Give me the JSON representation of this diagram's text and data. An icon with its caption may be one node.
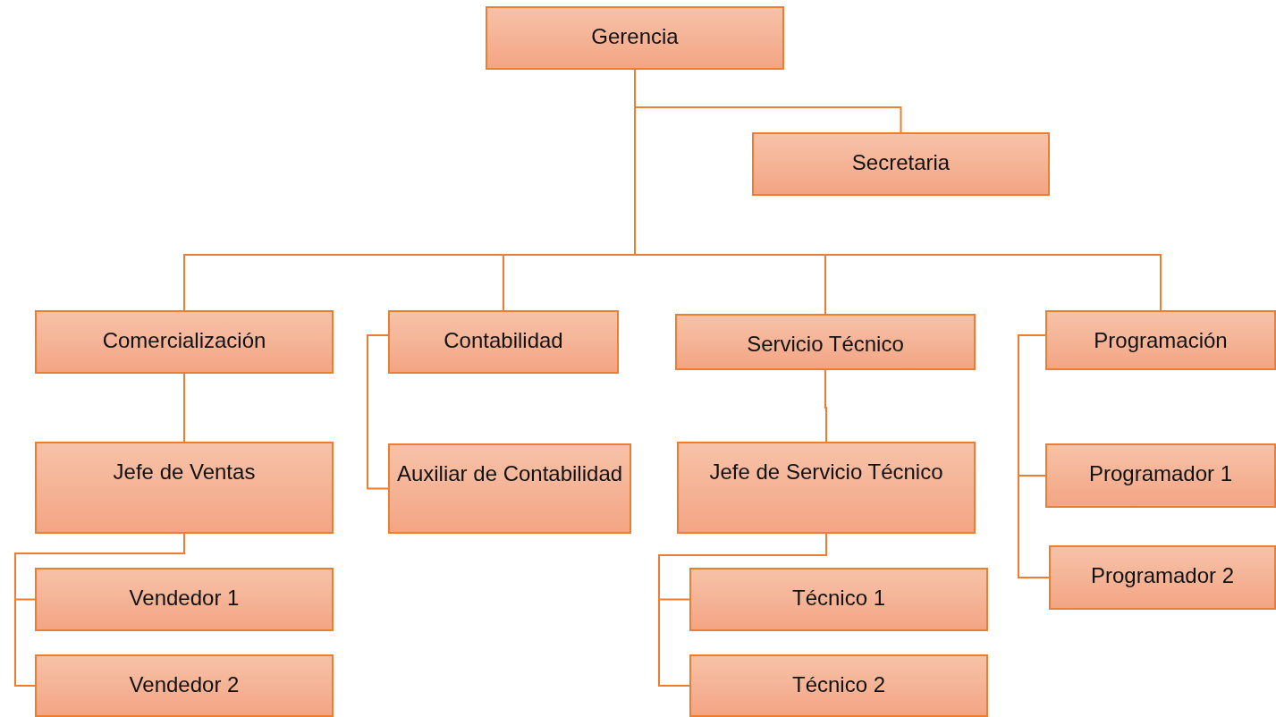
{
  "diagram": {
    "nodes": [
      {
        "text": [
          "Gerencia"
        ]
      },
      {
        "text": [
          "Secretaria"
        ]
      },
      {
        "text": [
          "Comercialización"
        ]
      },
      {
        "text": [
          "Contabilidad"
        ]
      },
      {
        "text": [
          "Servicio Técnico"
        ]
      },
      {
        "text": [
          "Programación"
        ]
      },
      {
        "text": [
          "Jefe de Ventas"
        ]
      },
      {
        "text": [
          "Auxiliar de Contabilidad"
        ]
      },
      {
        "text": [
          "Jefe de Servicio Técnico"
        ]
      },
      {
        "text": [
          "Programador 1"
        ]
      },
      {
        "text": [
          "Programador 2"
        ]
      },
      {
        "text": [
          "Vendedor 1"
        ]
      },
      {
        "text": [
          "Vendedor 2"
        ]
      },
      {
        "text": [
          "Técnico 1"
        ]
      },
      {
        "text": [
          "Técnico 2"
        ]
      }
    ],
    "edges": [
      {
        "from": 0,
        "to": 1,
        "arrow": "none"
      },
      {
        "from": 0,
        "to": 2,
        "arrow": "none"
      },
      {
        "from": 0,
        "to": 3,
        "arrow": "none"
      },
      {
        "from": 0,
        "to": 4,
        "arrow": "none"
      },
      {
        "from": 0,
        "to": 5,
        "arrow": "none"
      },
      {
        "from": 2,
        "to": 6,
        "arrow": "none"
      },
      {
        "from": 3,
        "to": 7,
        "arrow": "none"
      },
      {
        "from": 4,
        "to": 8,
        "arrow": "none"
      },
      {
        "from": 5,
        "to": 9,
        "arrow": "none"
      },
      {
        "from": 5,
        "to": 10,
        "arrow": "none"
      },
      {
        "from": 6,
        "to": 11,
        "arrow": "none"
      },
      {
        "from": 6,
        "to": 12,
        "arrow": "none"
      },
      {
        "from": 8,
        "to": 13,
        "arrow": "none"
      },
      {
        "from": 8,
        "to": 14,
        "arrow": "none"
      }
    ]
  }
}
